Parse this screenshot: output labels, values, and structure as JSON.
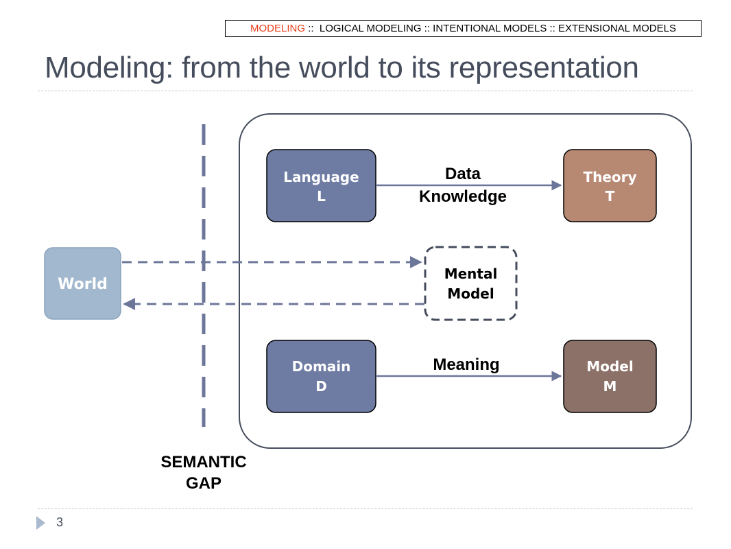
{
  "breadcrumb": {
    "active": "MODELING",
    "rest": " ::  LOGICAL MODELING :: INTENTIONAL MODELS :: EXTENSIONAL MODELS"
  },
  "title": "Modeling: from the world to its representation",
  "page_number": "3",
  "diagram": {
    "semantic_gap": {
      "line1": "SEMANTIC",
      "line2": "GAP"
    },
    "world": "World",
    "language": {
      "line1": "Language",
      "line2": "L"
    },
    "theory": {
      "line1": "Theory",
      "line2": "T"
    },
    "mental_model": {
      "line1": "Mental",
      "line2": "Model"
    },
    "domain": {
      "line1": "Domain",
      "line2": "D"
    },
    "model": {
      "line1": "Model",
      "line2": "M"
    },
    "edge_language_theory": {
      "line1": "Data",
      "line2": "Knowledge"
    },
    "edge_domain_model": "Meaning"
  },
  "colors": {
    "world": "#a2b8cf",
    "language": "#6e7ba3",
    "domain": "#6e7ba3",
    "theory": "#b78872",
    "model": "#8c7169",
    "connector": "#6c7699",
    "outline": "#454c5c",
    "breadcrumb_active": "#e8401c"
  }
}
